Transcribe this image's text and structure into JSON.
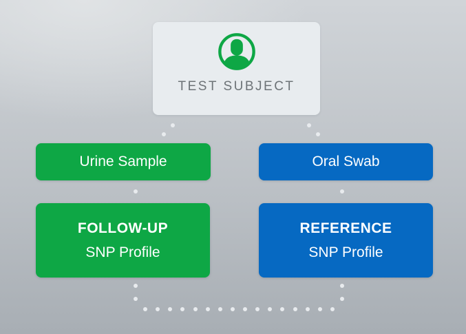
{
  "colors": {
    "green": "#0ea745",
    "blue": "#0669c2",
    "card_bg": "#e8ecef",
    "title_text": "#6d7377",
    "dot": "#e8ebee"
  },
  "diagram": {
    "subject": {
      "label": "TEST SUBJECT",
      "icon": "person-icon"
    },
    "left_branch": {
      "sample_label": "Urine Sample",
      "profile_title": "FOLLOW-UP",
      "profile_subtitle": "SNP Profile"
    },
    "right_branch": {
      "sample_label": "Oral Swab",
      "profile_title": "REFERENCE",
      "profile_subtitle": "SNP Profile"
    }
  }
}
